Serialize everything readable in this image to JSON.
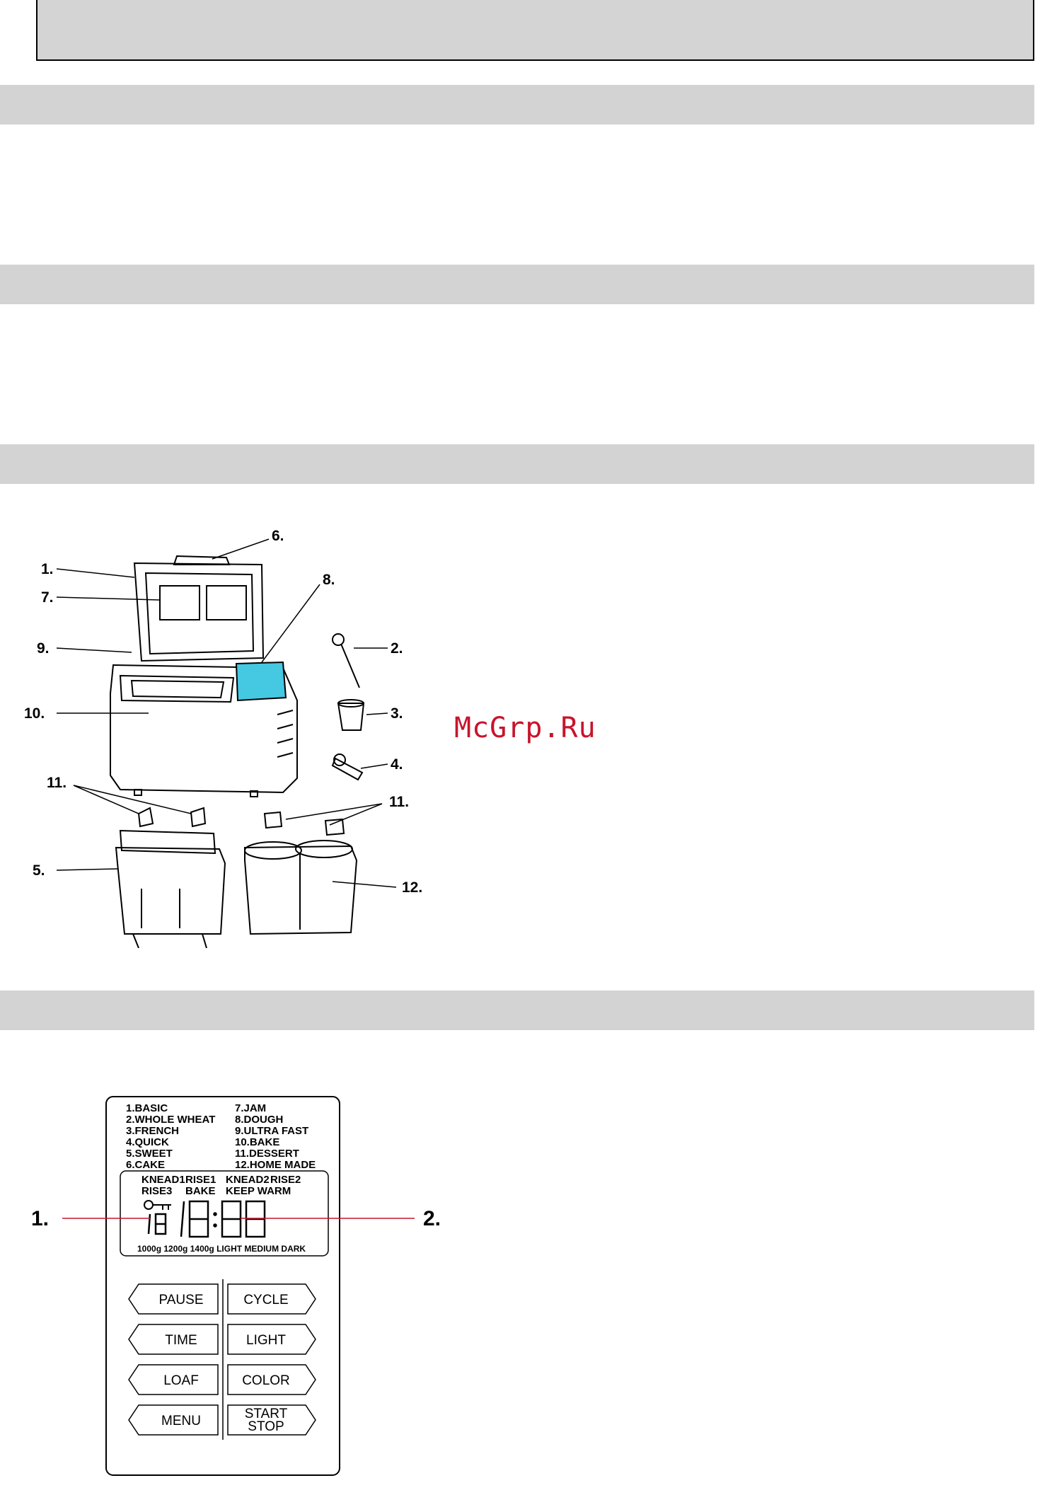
{
  "watermark": "McGrp.Ru",
  "diagram": {
    "callouts": [
      "1.",
      "2.",
      "3.",
      "4.",
      "5.",
      "6.",
      "7.",
      "8.",
      "9.",
      "10.",
      "11.",
      "11.",
      "12."
    ]
  },
  "panel": {
    "callouts": [
      "1.",
      "2."
    ],
    "menu_left": [
      "1.BASIC",
      "2.WHOLE  WHEAT",
      "3.FRENCH",
      "4.QUICK",
      "5.SWEET",
      "6.CAKE"
    ],
    "menu_right": [
      "7.JAM",
      "8.DOUGH",
      "9.ULTRA  FAST",
      "10.BAKE",
      "11.DESSERT",
      "12.HOME  MADE"
    ],
    "lcd_stages_row1": [
      "KNEAD1",
      "RISE1",
      "KNEAD2",
      "RISE2"
    ],
    "lcd_stages_row2": [
      "RISE3",
      "BAKE",
      "KEEP  WARM"
    ],
    "lcd_bottom": "1000g 1200g 1400g  LIGHT MEDIUM DARK",
    "buttons": [
      {
        "left": "PAUSE",
        "right": "CYCLE"
      },
      {
        "left": "TIME",
        "right": "LIGHT"
      },
      {
        "left": "LOAF",
        "right": "COLOR"
      },
      {
        "left": "MENU",
        "right": "START",
        "right2": "STOP"
      }
    ]
  }
}
